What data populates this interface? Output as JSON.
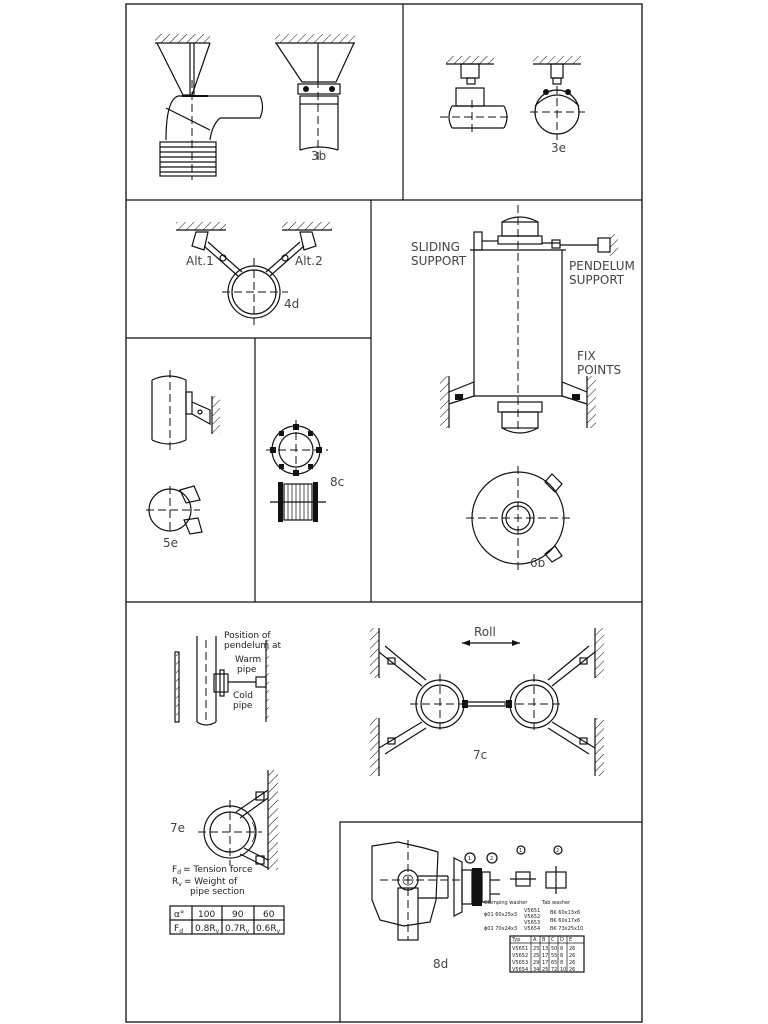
{
  "figures": {
    "fig_3b": "3b",
    "fig_3e": "3e",
    "fig_4d": "4d",
    "alt1": "Alt.1",
    "alt2": "Alt.2",
    "fig_5e": "5e",
    "fig_8c": "8c",
    "fig_6b": "6b",
    "fig_7c": "7c",
    "fig_7e": "7e",
    "fig_8d": "8d"
  },
  "labels_6": {
    "sliding_1": "SLIDING",
    "sliding_2": "SUPPORT",
    "pendelum_1": "PENDELUM",
    "pendelum_2": "SUPPORT",
    "fix_1": "FIX",
    "fix_2": "POINTS"
  },
  "labels_7": {
    "position_1": "Position of",
    "position_2": "pendelum at",
    "warm_1": "Warm",
    "warm_2": "pipe",
    "cold_1": "Cold",
    "cold_2": "pipe",
    "roll": "Roll",
    "ft_sym": "F",
    "ft_sub": "d",
    "ft_text": "= Tension force",
    "rv_sym": "R",
    "rv_sub": "v",
    "rv_text_1": "= Weight of",
    "rv_text_2": "pipe section"
  },
  "angle_table": {
    "angle_header": "α°",
    "force_header": "F",
    "force_sub": "d",
    "angles": [
      "100",
      "90",
      "60"
    ],
    "forces": [
      {
        "coef": "0.8R",
        "sub": "v"
      },
      {
        "coef": "0.7R",
        "sub": "v"
      },
      {
        "coef": "0.6R",
        "sub": "v"
      }
    ]
  },
  "detail_8d": {
    "callouts": [
      "1",
      "2"
    ],
    "clamping_washer": "Clamping washer",
    "tab_washer": "Tab washer",
    "bolt_rows": [
      "ɸ01 60x25x3",
      "ɸ01 70x24x3"
    ],
    "washer_codes": [
      "V5651",
      "V5652",
      "V5653",
      "V5654"
    ],
    "washer_sizes": [
      "BK 60x13x6",
      "BK 60x17x6",
      "BK 73x25x10"
    ],
    "table_header": [
      "Typ",
      "A",
      "B",
      "C",
      "D",
      "E"
    ],
    "table_rows": [
      [
        "V5651",
        "25",
        "13",
        "50",
        "8",
        "26"
      ],
      [
        "V5652",
        "25",
        "17",
        "55",
        "8",
        "26"
      ],
      [
        "V5653",
        "29",
        "17",
        "65",
        "8",
        "26"
      ],
      [
        "V5654",
        "34",
        "25",
        "72",
        "10",
        "26"
      ]
    ]
  }
}
